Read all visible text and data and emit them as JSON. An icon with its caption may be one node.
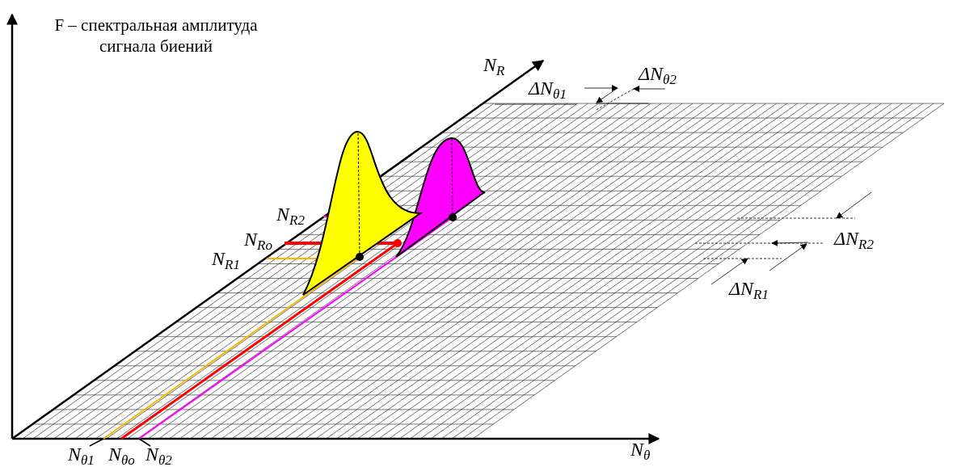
{
  "diagram": {
    "nodes": [
      {
        "text": [
          "N$_{θ1}$"
        ]
      },
      {
        "text": [
          "N$_{θ2}$"
        ]
      }
    ],
    "edges": [
      {
        "from": 0,
        "to": null,
        "arrow": "none"
      },
      {
        "from": 1,
        "to": null,
        "arrow": "none"
      }
    ],
    "labels": [
      "F – спектральная амплитуда сигнала биений",
      "N$_{R}$",
      "ΔN$_{θ1}$",
      "ΔN$_{θ2}$",
      "N$_{R2}$",
      "N$_{Ro}$",
      "N$_{R1}$",
      "ΔN$_{R2}$",
      "ΔN$_{R1}$",
      "N$_{θo}$",
      "N$_{θ}$"
    ]
  }
}
